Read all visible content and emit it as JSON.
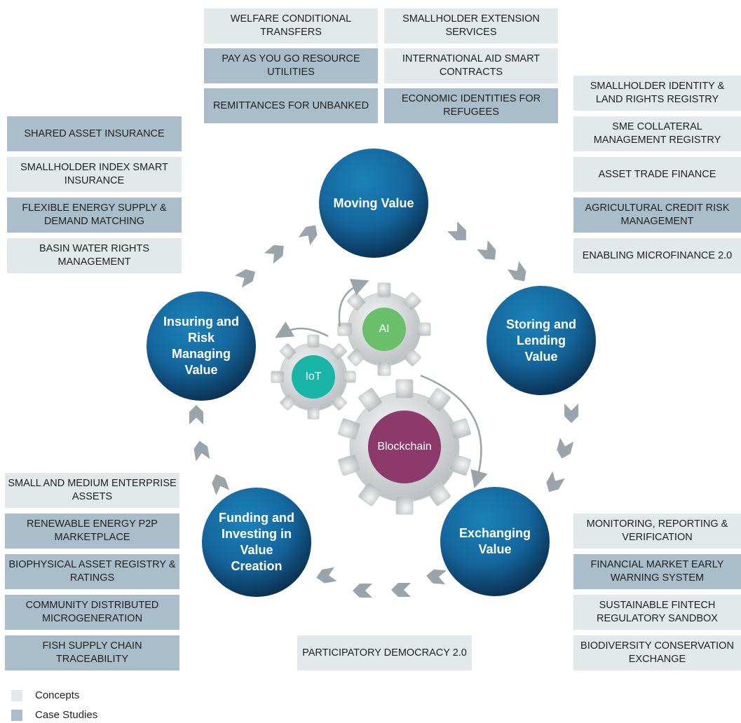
{
  "top_boxes": {
    "welfare": "WELFARE CONDITIONAL TRANSFERS",
    "smallholder_ext": "SMALLHOLDER EXTENSION SERVICES",
    "payg": "PAY AS YOU GO RESOURCE UTILITIES",
    "intl_aid": "INTERNATIONAL AID SMART CONTRACTS",
    "remittances": "REMITTANCES FOR UNBANKED",
    "econ_id": "ECONOMIC IDENTITIES FOR REFUGEES"
  },
  "right_top_boxes": {
    "smallholder_id": "SMALLHOLDER IDENTITY & LAND RIGHTS REGISTRY",
    "sme_collateral": "SME COLLATERAL MANAGEMENT REGISTRY",
    "asset_trade": "ASSET TRADE FINANCE",
    "agri_credit": "AGRICULTURAL CREDIT RISK MANAGEMENT",
    "microfinance": "ENABLING MICROFINANCE 2.0"
  },
  "left_top_boxes": {
    "shared_asset": "SHARED ASSET INSURANCE",
    "index_insurance": "SMALLHOLDER INDEX SMART INSURANCE",
    "flex_energy": "FLEXIBLE ENERGY SUPPLY & DEMAND MATCHING",
    "basin_water": "BASIN WATER RIGHTS MANAGEMENT"
  },
  "left_bottom_boxes": {
    "sme_assets": "SMALL AND MEDIUM ENTERPRISE ASSETS",
    "renewable_p2p": "RENEWABLE ENERGY P2P MARKETPLACE",
    "biophysical": "BIOPHYSICAL ASSET REGISTRY & RATINGS",
    "community_micro": "COMMUNITY DISTRIBUTED MICROGENERATION",
    "fish_supply": "FISH SUPPLY CHAIN TRACEABILITY"
  },
  "right_bottom_boxes": {
    "monitoring": "MONITORING, REPORTING & VERIFICATION",
    "early_warning": "FINANCIAL MARKET EARLY WARNING SYSTEM",
    "fintech_sandbox": "SUSTAINABLE FINTECH REGULATORY SANDBOX",
    "biodiversity": "BIODIVERSITY CONSERVATION EXCHANGE"
  },
  "bottom_box": {
    "democracy": "PARTICIPATORY DEMOCRACY 2.0"
  },
  "circles": {
    "moving": "Moving Value",
    "storing": "Storing and Lending Value",
    "exchanging": "Exchanging Value",
    "funding": "Funding and Investing in Value Creation",
    "insuring": "Insuring and Risk Managing Value"
  },
  "gears": {
    "ai": "AI",
    "iot": "IoT",
    "blockchain": "Blockchain"
  },
  "legend": {
    "concepts": "Concepts",
    "case_studies": "Case Studies"
  },
  "colors": {
    "concept": "#e3e8eb",
    "case_study": "#a9bdca",
    "circle": "#14639a",
    "ai_gear": "#6cbf6a",
    "iot_gear": "#19b5a6",
    "blockchain_gear": "#8c3a6c",
    "arrow": "#9aa4ab"
  }
}
